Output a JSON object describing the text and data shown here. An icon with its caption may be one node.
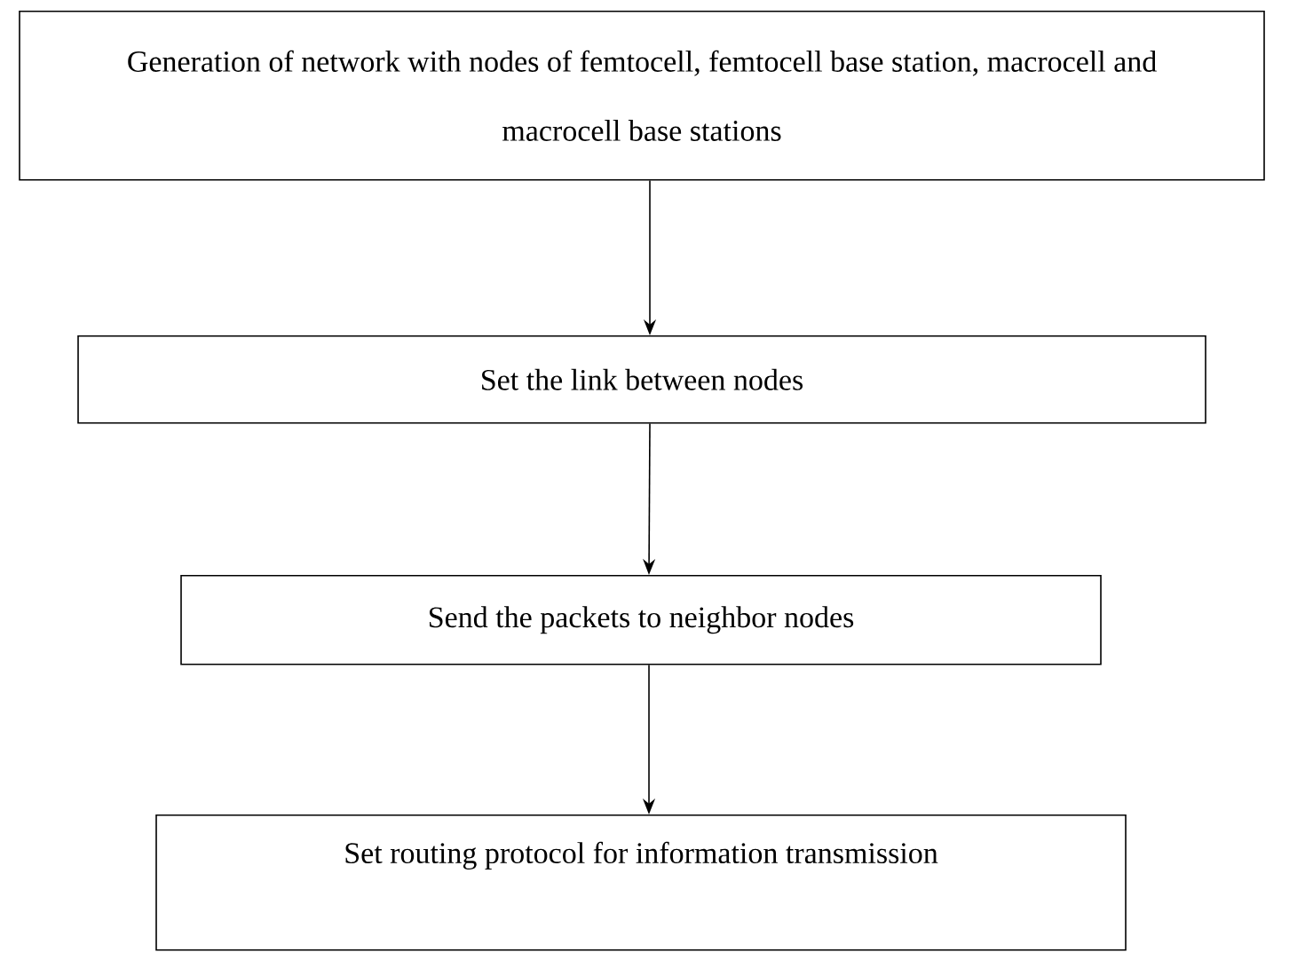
{
  "diagram": {
    "nodes": [
      {
        "text": [
          "Generation of network with nodes of femtocell, femtocell base station, macrocell and macrocell base stations"
        ]
      },
      {
        "text": [
          "Set the link between nodes"
        ]
      },
      {
        "text": [
          "Send the packets to neighbor nodes"
        ]
      },
      {
        "text": [
          "Set routing protocol for information transmission"
        ]
      }
    ],
    "edges": [
      {
        "from": 0,
        "to": 1,
        "arrow": "to"
      },
      {
        "from": 1,
        "to": 2,
        "arrow": "to"
      },
      {
        "from": 2,
        "to": 3,
        "arrow": "to"
      }
    ]
  }
}
